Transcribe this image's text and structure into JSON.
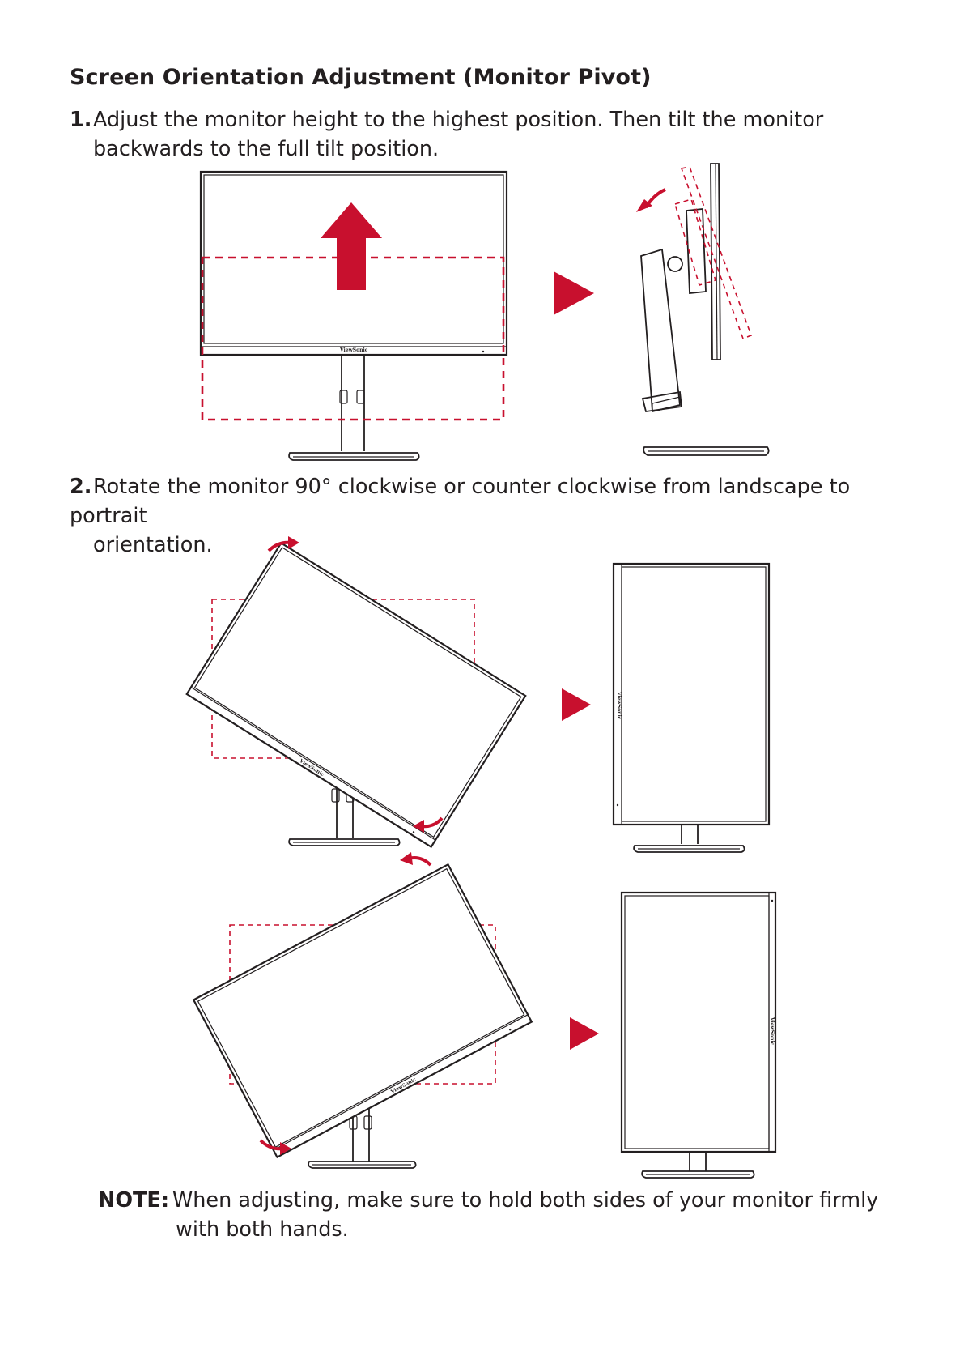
{
  "heading": "Screen Orientation Adjustment (Monitor Pivot)",
  "step1": {
    "number": "1.",
    "line1": "Adjust the monitor height to the highest position. Then tilt the monitor",
    "line2": "backwards to the full tilt position."
  },
  "step2": {
    "number": "2.",
    "line1": "Rotate the monitor 90° clockwise or counter clockwise from landscape to portrait",
    "line2": "orientation."
  },
  "note": {
    "label": "NOTE:",
    "line1": "When adjusting, make sure to hold both sides of your monitor firmly",
    "line2": "with both hands."
  },
  "figure_logo": "ViewSonic",
  "colors": {
    "accent_red": "#c8102e",
    "line_art": "#231f20",
    "text": "#231f20"
  },
  "icons": [
    "up-arrow-icon",
    "play-triangle-icon",
    "rotate-arrow-icon"
  ]
}
